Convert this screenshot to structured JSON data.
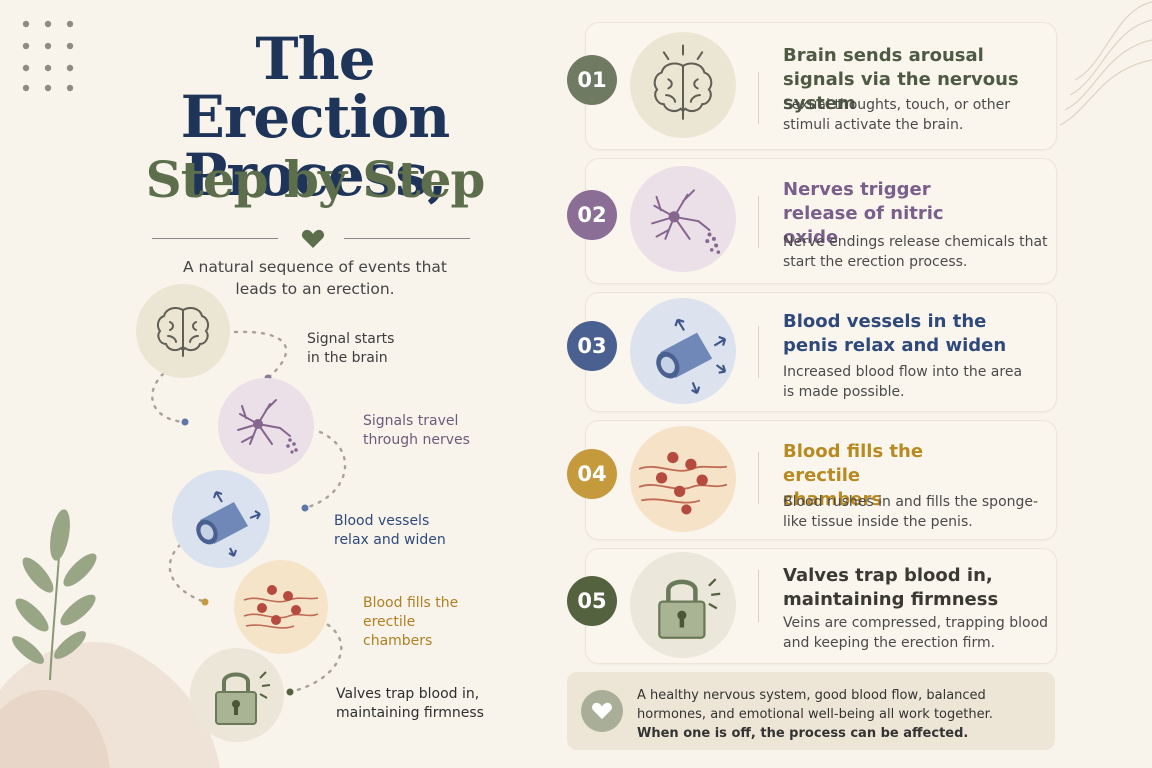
{
  "header": {
    "title_line1": "The Erection",
    "title_line2": "Process,",
    "title_line3": "Step by Step",
    "subtitle": "A natural sequence of events that leads to an erection."
  },
  "flow": {
    "labels": [
      "Signal starts in the brain",
      "Signals travel through nerves",
      "Blood vessels relax and widen",
      "Blood fills the erectile chambers",
      "Valves trap blood in, maintaining firmness"
    ]
  },
  "steps": [
    {
      "number": "01",
      "title": "Brain sends arousal signals via the nervous system",
      "description": "Sexual thoughts, touch, or other stimuli activate the brain.",
      "icon": "brain-icon",
      "color": "#6f7a62"
    },
    {
      "number": "02",
      "title": "Nerves trigger release of nitric oxide",
      "description": "Nerve endings release chemicals that start the erection process.",
      "icon": "neuron-icon",
      "color": "#8a6e96"
    },
    {
      "number": "03",
      "title": "Blood vessels in the penis relax and widen",
      "description": "Increased blood flow into the area is made possible.",
      "icon": "blood-vessel-icon",
      "color": "#4a6090"
    },
    {
      "number": "04",
      "title": "Blood fills the erectile chambers",
      "description": "Blood rushes in and fills the sponge-like tissue inside the penis.",
      "icon": "blood-cells-icon",
      "color": "#c49a3c"
    },
    {
      "number": "05",
      "title": "Valves trap blood in, maintaining firmness",
      "description": "Veins are compressed, trapping blood and keeping the erection firm.",
      "icon": "padlock-icon",
      "color": "#55623f"
    }
  ],
  "note": {
    "line1": "A healthy nervous system, good blood flow, balanced hormones, and emotional well-being all work together.",
    "line2": "When one is off, the process can be affected.",
    "icon": "heart-icon"
  },
  "colors": {
    "navy": "#1f3459",
    "olive": "#5c6e4c",
    "background": "#f8f4ec",
    "brain_circle": "#ece6d4",
    "nerve_circle": "#ebe0e8",
    "vessel_circle": "#dde3ef",
    "blood_circle": "#f7e6cc",
    "lock_circle": "#ebe7da"
  }
}
